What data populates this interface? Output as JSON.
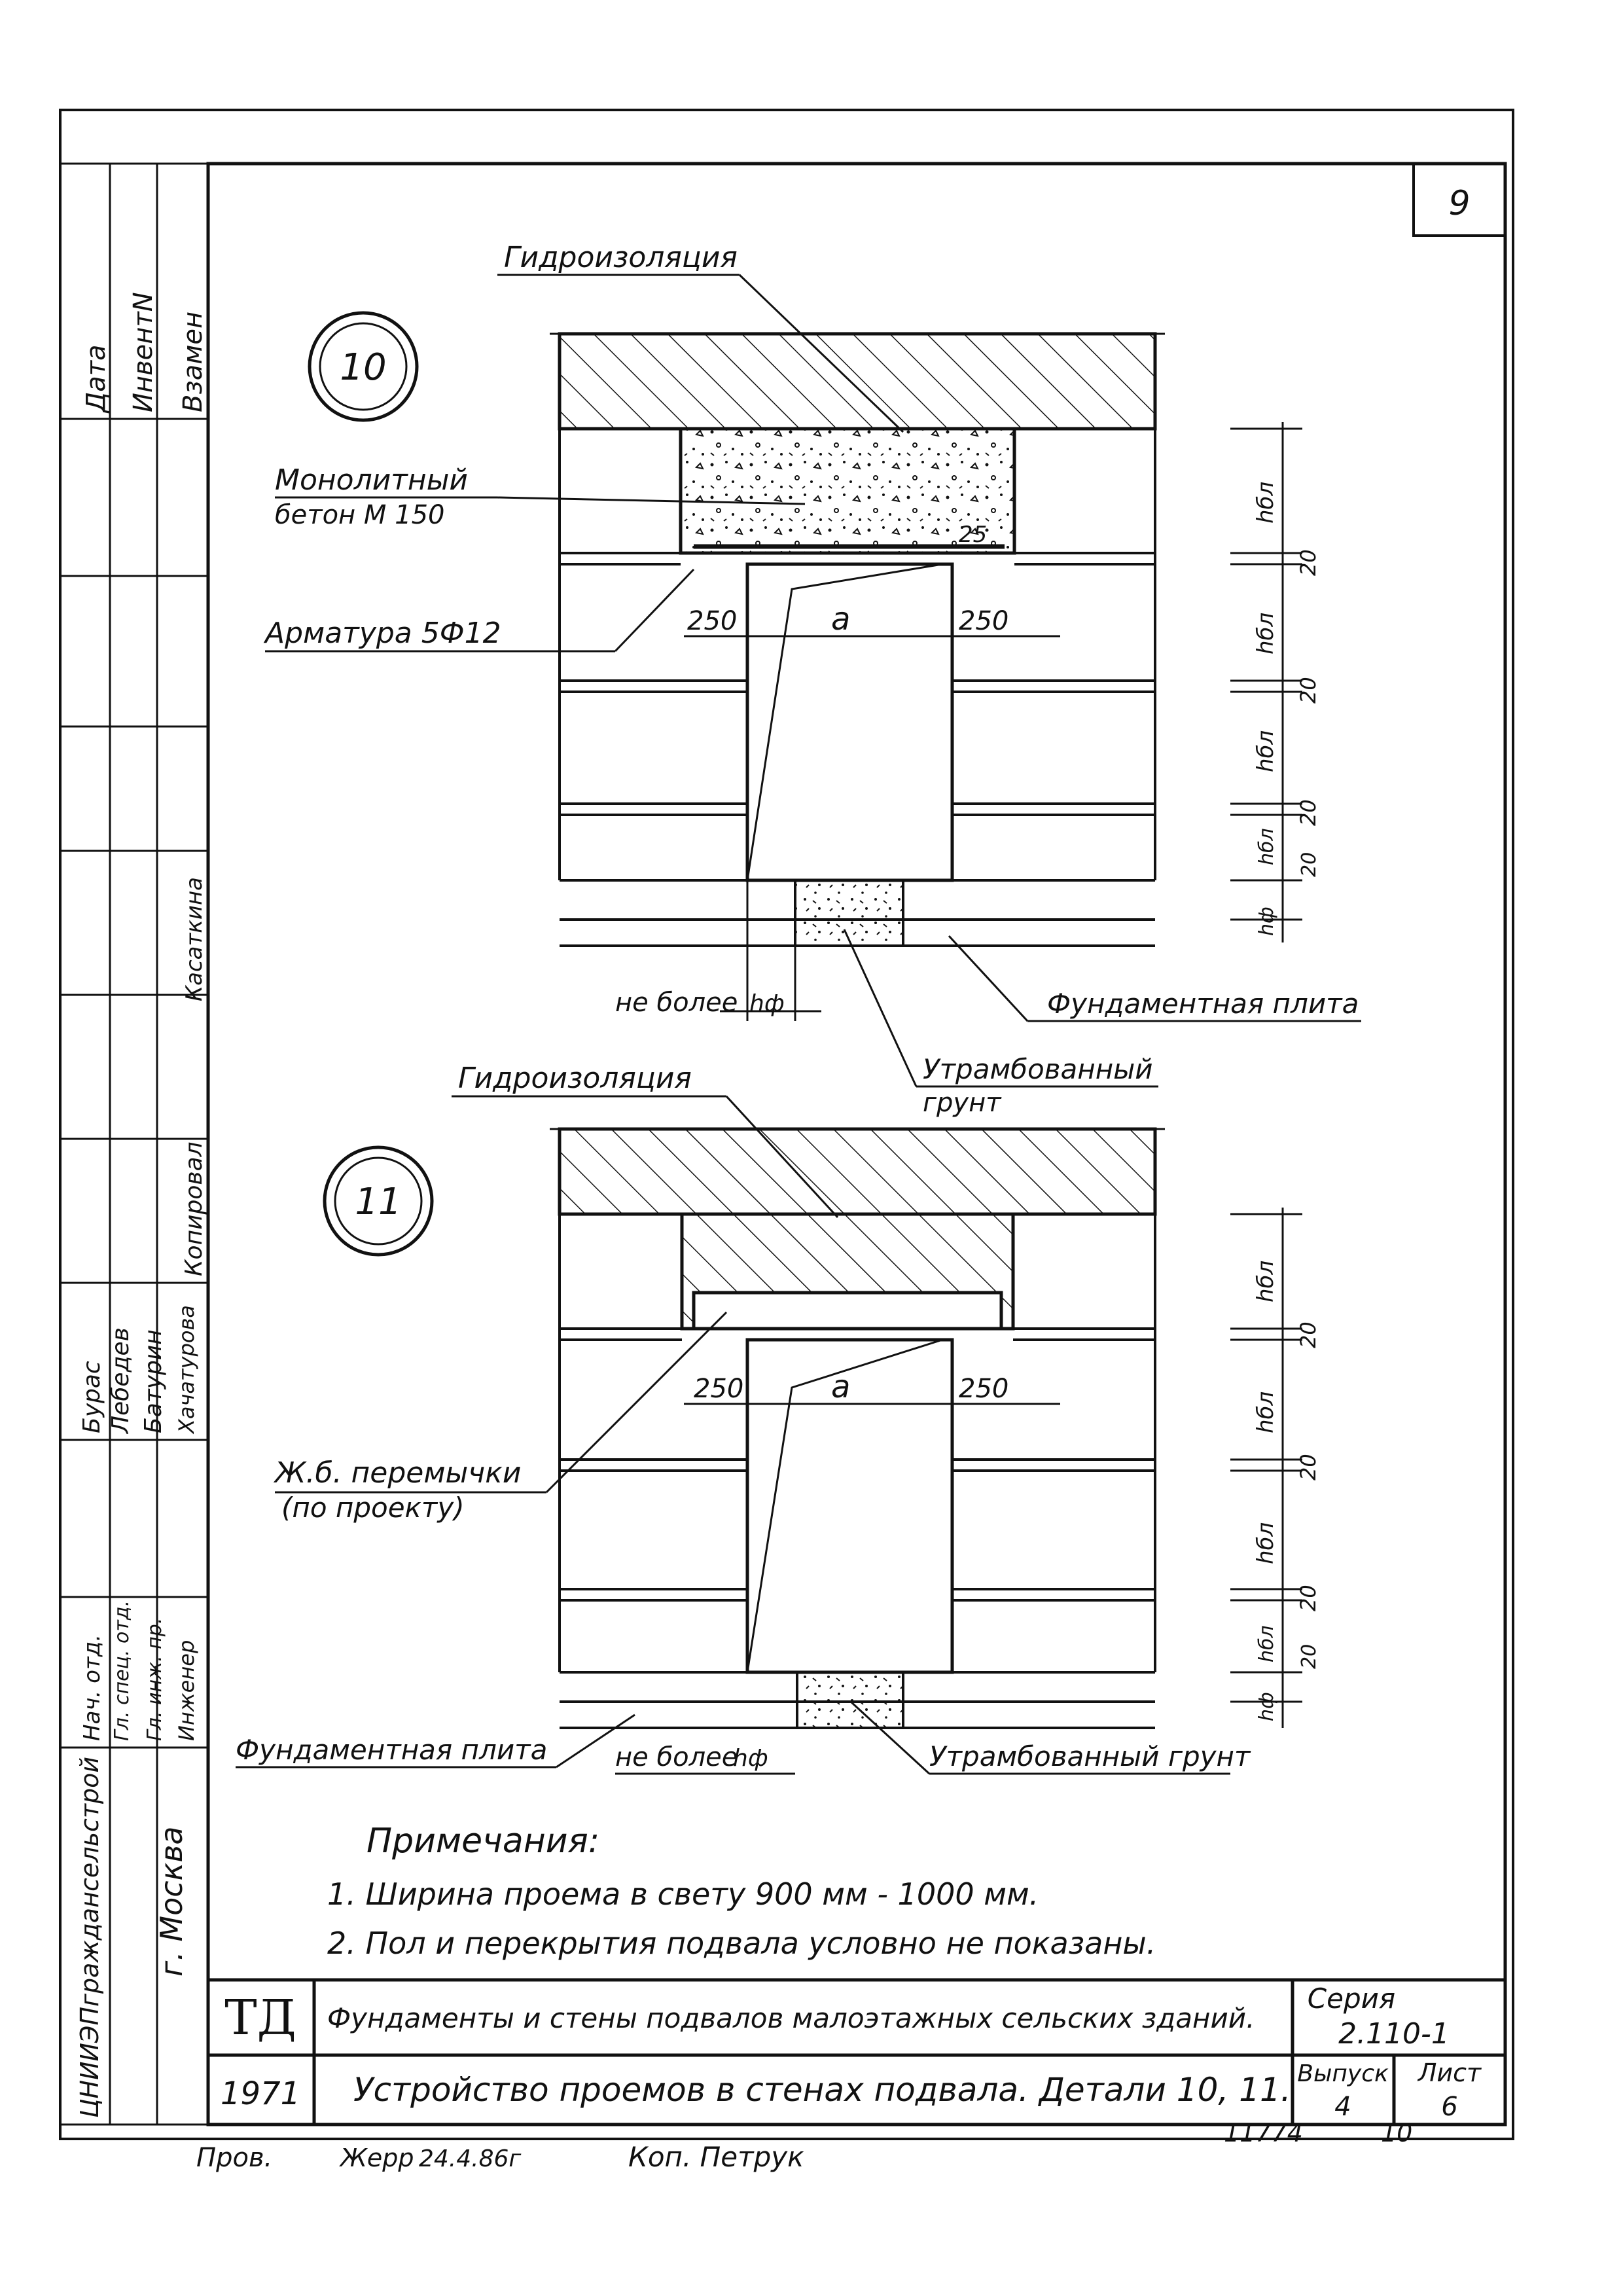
{
  "sheet_number": "9",
  "side_stamp": {
    "header": [
      "Дата",
      "ИнвентN",
      "Взамен"
    ],
    "role_kopiroval": "Копировал",
    "role_kachatkina": "Касаткина",
    "roles": [
      "Нач. отд.",
      "Гл. спец. отд.",
      "Гл. инж. пр.",
      "Инженер"
    ],
    "names": [
      "Бурас",
      "Лебедев",
      "Батурин",
      "Хачатурова"
    ],
    "org": "ЦНИИЭПграждансельстрой",
    "city": "г. Москва"
  },
  "detail10": {
    "marker": "10",
    "hydro": "Гидроизоляция",
    "concrete_line1": "Монолитный",
    "concrete_line2": "бетон М 150",
    "rebar": "Арматура 5Ф12",
    "dim_left": "250",
    "dim_a": "а",
    "dim_right": "250",
    "dim_25": "25",
    "not_more": "не более",
    "hf": "hф",
    "foundation": "Фундаментная плита",
    "soil_line1": "Утрамбованный",
    "soil_line2": "грунт",
    "right_dims": [
      "hбл",
      "20",
      "hбл",
      "20",
      "hбл",
      "20",
      "hбл",
      "20",
      "hф"
    ]
  },
  "detail11": {
    "marker": "11",
    "hydro": "Гидроизоляция",
    "lintel_line1": "Ж.б. перемычки",
    "lintel_line2": "(по проекту)",
    "dim_left": "250",
    "dim_a": "а",
    "dim_right": "250",
    "foundation": "Фундаментная плита",
    "not_more": "не более",
    "hf": "hф",
    "soil": "Утрамбованный грунт",
    "right_dims": [
      "hбл",
      "20",
      "hбл",
      "20",
      "hбл",
      "20",
      "hбл",
      "20",
      "hф"
    ]
  },
  "notes": {
    "title": "Примечания:",
    "items": [
      "1. Ширина проема в свету 900 мм - 1000 мм.",
      "2. Пол и перекрытия подвала условно не показаны."
    ]
  },
  "title_block": {
    "logo": "ТД",
    "year": "1971",
    "title": "Фундаменты и стены подвалов малоэтажных сельских зданий.",
    "subtitle": "Устройство проемов в стенах подвала. Детали 10, 11.",
    "series_label": "Серия",
    "series_value": "2.110-1",
    "issue_label": "Выпуск",
    "issue_value": "4",
    "sheet_label": "Лист",
    "sheet_value": "6"
  },
  "footer": {
    "checked": "Пров.",
    "signature": "Жерр",
    "date": "24.4.86г",
    "copy": "Коп. Петрук",
    "doc_number": "11774",
    "doc_page": "10"
  }
}
